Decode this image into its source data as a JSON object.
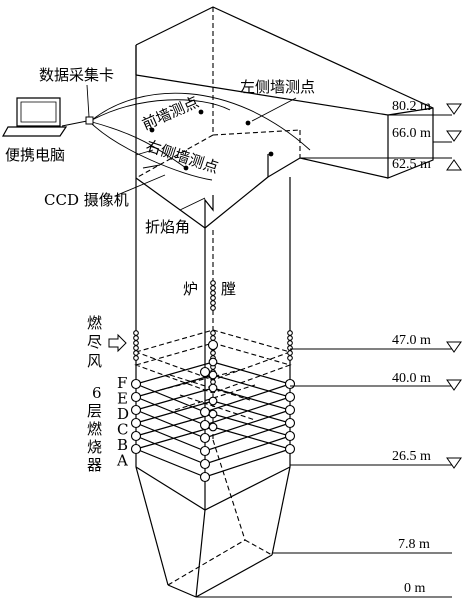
{
  "labels": {
    "daq_card": "数据采集卡",
    "laptop": "便携电脑",
    "ccd_camera": "CCD 摄像机",
    "left_wall_point": "左侧墙测点",
    "front_wall_point": "前墙测点",
    "right_wall_point": "右侧墙测点",
    "furnace_nose": "折焰角",
    "furnace_left": "炉",
    "furnace_right": "膛",
    "ofa_1": "燃",
    "ofa_2": "尽",
    "ofa_3": "风",
    "burner_1": "6",
    "burner_2": "层",
    "burner_3": "燃",
    "burner_4": "烧",
    "burner_5": "器"
  },
  "burner_layers": [
    "F",
    "E",
    "D",
    "C",
    "B",
    "A"
  ],
  "elevations": [
    {
      "label": "80.2 m",
      "marker": "down"
    },
    {
      "label": "66.0 m",
      "marker": "down"
    },
    {
      "label": "62.5 m",
      "marker": "up"
    },
    {
      "label": "47.0 m",
      "marker": "down"
    },
    {
      "label": "40.0 m",
      "marker": "down"
    },
    {
      "label": "26.5 m",
      "marker": "down"
    },
    {
      "label": "7.8 m",
      "marker": "none"
    },
    {
      "label": "0 m",
      "marker": "none"
    }
  ]
}
